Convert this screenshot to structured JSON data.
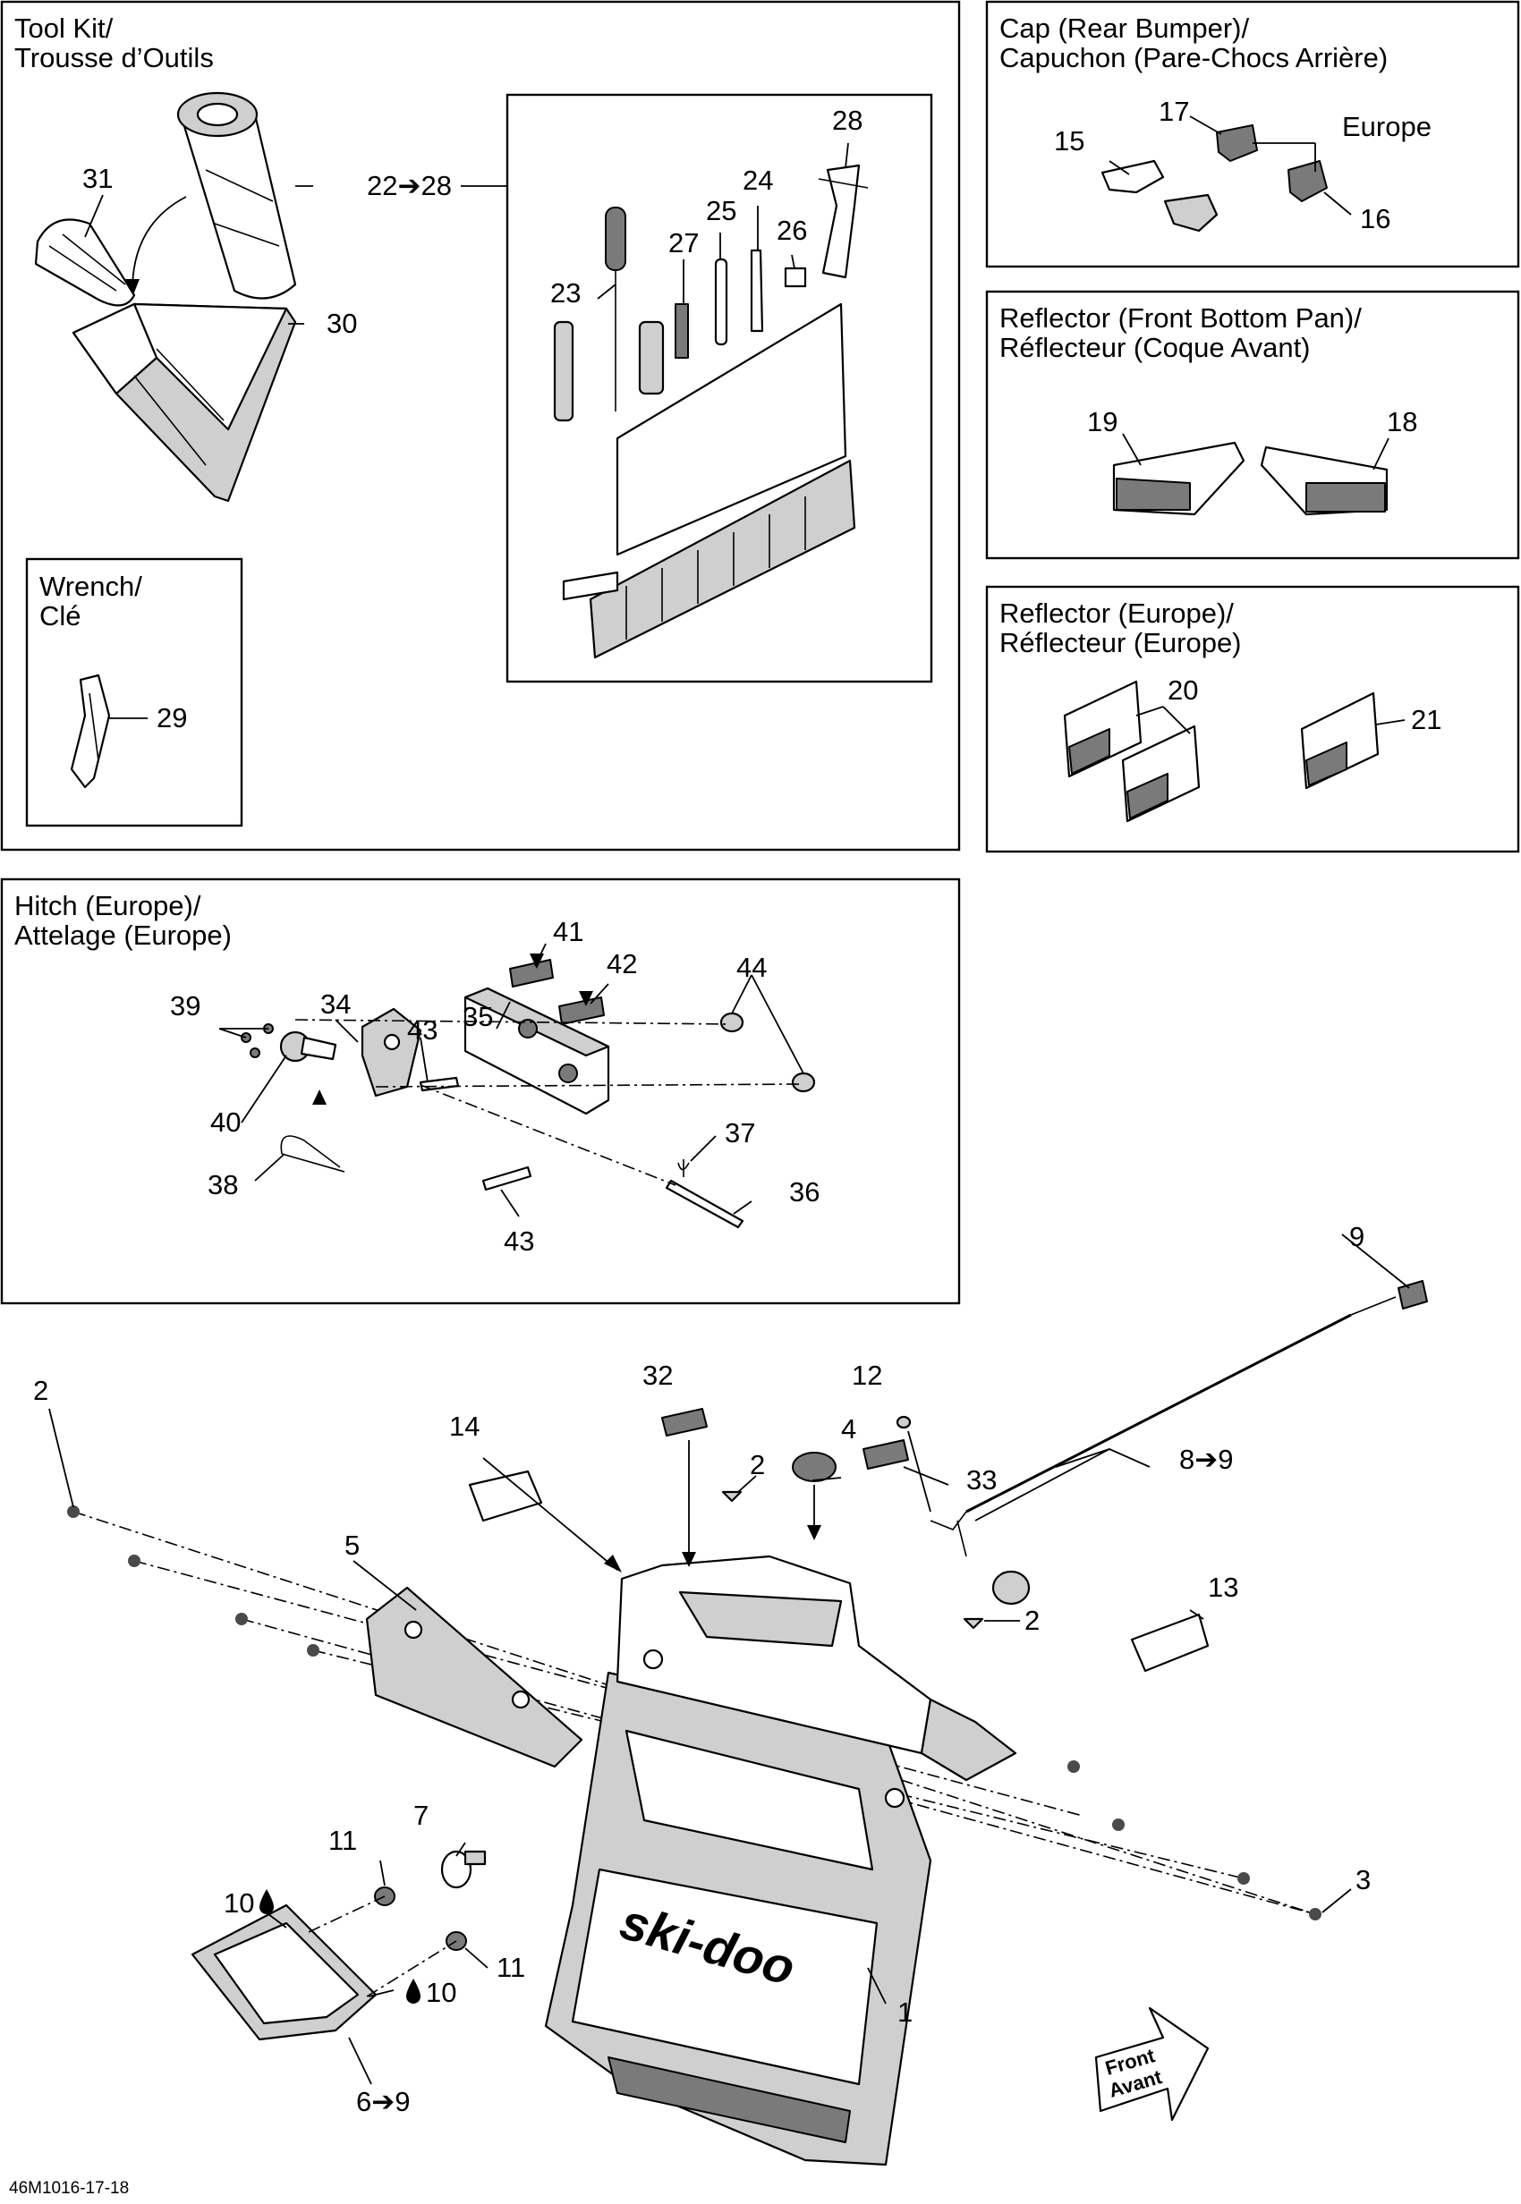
{
  "sections": {
    "tool_kit": {
      "title_line1": "Tool Kit/",
      "title_line2": "Trousse d’Outils"
    },
    "wrench": {
      "title_line1": "Wrench/",
      "title_line2": "Clé"
    },
    "cap": {
      "title_line1": "Cap (Rear Bumper)/",
      "title_line2": "Capuchon (Pare-Chocs Arrière)",
      "region": "Europe"
    },
    "reflector_front": {
      "title_line1": "Reflector (Front Bottom Pan)/",
      "title_line2": "Réflecteur (Coque Avant)"
    },
    "reflector_europe": {
      "title_line1": "Reflector (Europe)/",
      "title_line2": "Réflecteur (Europe)"
    },
    "hitch": {
      "title_line1": "Hitch (Europe)/",
      "title_line2": "Attelage (Europe)"
    }
  },
  "callouts": {
    "c1": "1",
    "c2a": "2",
    "c2b": "2",
    "c2c": "2",
    "c3": "3",
    "c4": "4",
    "c5": "5",
    "c6_9": "6➔9",
    "c7": "7",
    "c8_9": "8➔9",
    "c9": "9",
    "c10a": "10",
    "c10b": "10",
    "c11a": "11",
    "c11b": "11",
    "c12": "12",
    "c13": "13",
    "c14": "14",
    "c15": "15",
    "c16": "16",
    "c17": "17",
    "c18": "18",
    "c19": "19",
    "c20": "20",
    "c21": "21",
    "c22_28": "22➔28",
    "c23": "23",
    "c24": "24",
    "c25": "25",
    "c26": "26",
    "c27": "27",
    "c28": "28",
    "c29": "29",
    "c30": "30",
    "c31": "31",
    "c32": "32",
    "c33": "33",
    "c34": "34",
    "c35": "35",
    "c36": "36",
    "c37": "37",
    "c38": "38",
    "c39": "39",
    "c40": "40",
    "c41": "41",
    "c42": "42",
    "c43a": "43",
    "c43b": "43",
    "c44": "44"
  },
  "brand_logo": "ski-doo",
  "front_arrow": {
    "line1": "Front",
    "line2": "Avant"
  },
  "diagram_code": "46M1016-17-18",
  "icons": {
    "drop": "drop-icon",
    "arrow": "arrow-right-icon"
  }
}
